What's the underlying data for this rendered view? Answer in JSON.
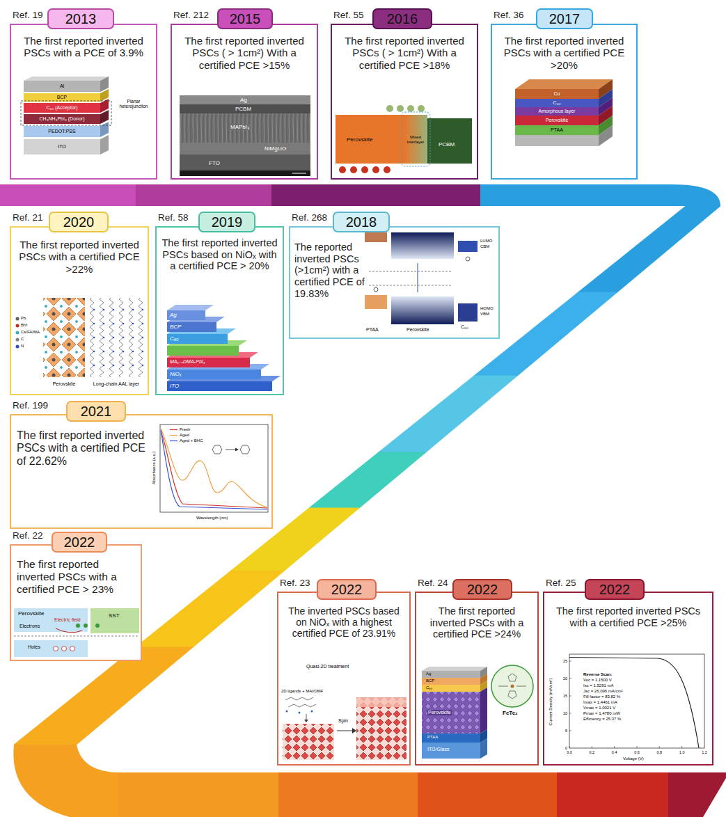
{
  "diagram": {
    "nodes": [
      {
        "text": [
          "Ref. 19",
          "The first reported inverted PSCs with a PCE of 3.9%"
        ]
      },
      {
        "text": [
          "2013"
        ],
        "in": 0
      },
      {
        "text": [
          "Ref. 212",
          "The first reported inverted PSCs ( > 1cm²) With a certified PCE >15%"
        ]
      },
      {
        "text": [
          "2015"
        ],
        "in": 2
      },
      {
        "text": [
          "Ref. 55",
          "The first reported inverted PSCs ( > 1cm²) With a certified PCE >18%"
        ]
      },
      {
        "text": [
          "2016"
        ],
        "in": 4
      },
      {
        "text": [
          "Ref. 36",
          "The first reported inverted PSCs with a certified PCE >20%"
        ]
      },
      {
        "text": [
          "2017"
        ],
        "in": 6
      },
      {
        "text": [
          "Ref. 21",
          "The first reported inverted PSCs with a certified PCE >22%"
        ]
      },
      {
        "text": [
          "2020"
        ],
        "in": 8
      },
      {
        "text": [
          "Ref. 58",
          "The first reported inverted PSCs based on NiOₓ with a certified PCE > 20%"
        ]
      },
      {
        "text": [
          "2019"
        ],
        "in": 10
      },
      {
        "text": [
          "Ref. 268",
          "The reported inverted PSCs (>1cm²) with a certified PCE of 19.83%"
        ]
      },
      {
        "text": [
          "2018"
        ],
        "in": 12
      },
      {
        "text": [
          "Ref. 199",
          "The first reported inverted PSCs with a certified PCE of 22.62%"
        ]
      },
      {
        "text": [
          "2021"
        ],
        "in": 14
      },
      {
        "text": [
          "Ref. 22",
          "The first reported inverted PSCs with a certified PCE > 23%"
        ]
      },
      {
        "text": [
          "2022"
        ],
        "in": 16
      },
      {
        "text": [
          "Ref. 23",
          "The inverted PSCs based on NiOₓ with a highest certified PCE of 23.91%"
        ]
      },
      {
        "text": [
          "2022"
        ],
        "in": 18
      },
      {
        "text": [
          "Ref. 24",
          "The first reported inverted PSCs with a certified PCE >24%"
        ]
      },
      {
        "text": [
          "2022"
        ],
        "in": 20
      },
      {
        "text": [
          "Ref. 25",
          "The first reported inverted PSCs with a certified PCE >25%"
        ]
      },
      {
        "text": [
          "2022"
        ],
        "in": 22
      }
    ],
    "labels": [
      "Al",
      "BCP",
      "C₆₀ (Acceptor)",
      "CH₃NH₃PbI₃ (Donor)",
      "PEDOT:PSS",
      "ITO",
      "Planar heterojunction",
      "Ag",
      "PCBM",
      "MAPbI₃",
      "NiMgLiO",
      "FTO",
      "Perovskite",
      "Mixed interlayer",
      "PCBM",
      "Cu",
      "C₆₀",
      "Amorphous layer",
      "Perovskite",
      "PTAA",
      "Pb",
      "Br/I",
      "Cs/FA/MA",
      "C",
      "N",
      "Perovskite",
      "Long-chain AAL layer",
      "Ag",
      "BCP",
      "C₆₀",
      "MA₁₋ₓDMAₓPbI₃",
      "NiOₓ",
      "ITO",
      "LUMO",
      "CBM",
      "HOMO",
      "VBM",
      "PTAA",
      "Perovskite",
      "C₆₀",
      "Fresh",
      "Aged",
      "Aged + BHC",
      "Wavelength (nm)",
      "Absorbance (a.u.)",
      "Perovskite",
      "Electric field",
      "SST",
      "Electrons",
      "Holes",
      "Quasi-2D treatment",
      "2D ligands + MAI/DMF",
      "Spin",
      "Ag",
      "BCP",
      "C₆₀",
      "Perovskite",
      "PTAA",
      "ITO/Glass",
      "FcTc₂",
      "Reverse Scan:",
      "Voc = 1.1500 V",
      "Isc = 1.5291 mA",
      "Jsc = 26.096 mA/cm²",
      "Fill factor = 83.82 %",
      "Imax = 1.4461 mA",
      "Vmax = 1.0021 V",
      "Pmax = 1.4780 mW",
      "Efficiency = 25.37 %",
      "0",
      "5",
      "10",
      "15",
      "20",
      "25",
      "0.0",
      "0.2",
      "0.4",
      "0.6",
      "0.8",
      "1.0",
      "1.2",
      "Voltage (V)",
      "Current Density (mA/cm²)"
    ]
  }
}
